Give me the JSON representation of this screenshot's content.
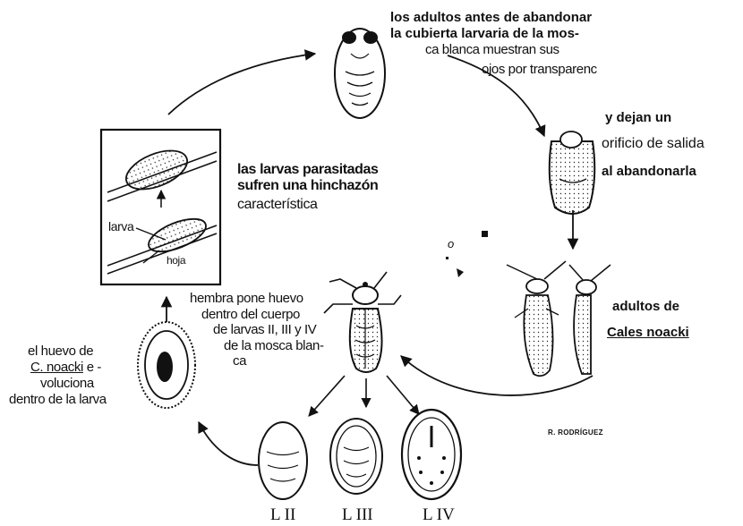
{
  "labels": {
    "top_line1": "los adultos antes de abandonar",
    "top_line2": "la cubierta larvaria de la mos-",
    "top_line3": "ca blanca  muestran sus",
    "top_line4": "ojos por transparenc",
    "exit_line1": "y dejan un",
    "exit_line2": "orificio de salida",
    "exit_line3": "al abandonarla",
    "swell_line1": "las larvas parasitadas",
    "swell_line2": "sufren una hinchazón",
    "swell_line3": "característica",
    "larva": "larva",
    "hoja": "hoja",
    "female_line1": "hembra pone huevo",
    "female_line2": "dentro del cuerpo",
    "female_line3": "de larvas II, III y IV",
    "female_line4": "de la mosca blan-",
    "female_line5": "ca",
    "adults_line1": "adultos de",
    "adults_line2": "Cales noacki",
    "egg_line1": "el huevo de",
    "egg_line2a": "C. noacki",
    "egg_line2b": " e -",
    "egg_line3": "voluciona",
    "egg_line4": "dentro de la larva",
    "stage2": "L II",
    "stage3": "L III",
    "stage4": "L IV",
    "signature": "R. RODRÍGUEZ",
    "small_o": "o"
  }
}
